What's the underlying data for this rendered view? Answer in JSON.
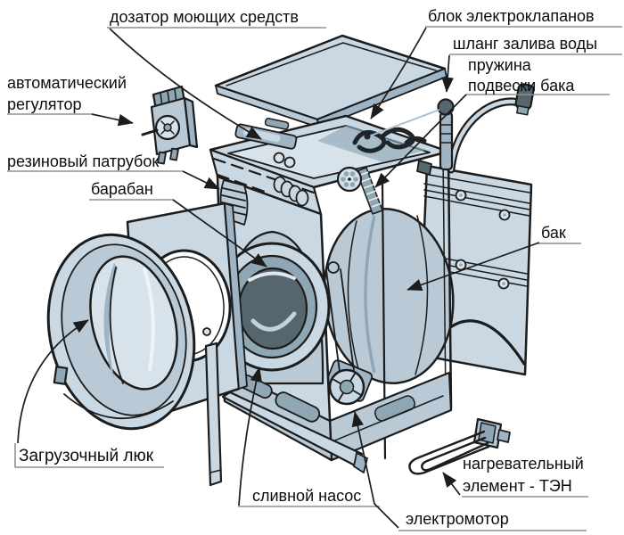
{
  "colors": {
    "body": "#c9d8e3",
    "body-light": "#d7e2ea",
    "body-mid": "#b9cad6",
    "body-dark": "#9fb5c5",
    "shade": "#8fa6b5",
    "interior": "#55666f",
    "deep": "#1f262b",
    "outline": "#1c1c1c",
    "underline": "#8f8f8f",
    "text": "#0d0d0d",
    "background": "#ffffff",
    "pale-line": "#aebfcf"
  },
  "labels": [
    {
      "id": "dispenser",
      "lines": [
        "дозатор моющих средств"
      ]
    },
    {
      "id": "valve-block",
      "lines": [
        "блок электроклапанов"
      ]
    },
    {
      "id": "inlet-hose",
      "lines": [
        "шланг залива воды"
      ]
    },
    {
      "id": "suspension-spring",
      "lines": [
        "пружина",
        "подвески бака"
      ]
    },
    {
      "id": "auto-regulator",
      "lines": [
        "автоматический",
        "регулятор"
      ]
    },
    {
      "id": "rubber-pipe",
      "lines": [
        "резиновый патрубок"
      ]
    },
    {
      "id": "drum",
      "lines": [
        "барабан"
      ]
    },
    {
      "id": "tub",
      "lines": [
        "бак"
      ]
    },
    {
      "id": "loading-door",
      "lines": [
        "Загрузочный люк"
      ]
    },
    {
      "id": "drain-pump",
      "lines": [
        "сливной насос"
      ]
    },
    {
      "id": "heating-element",
      "lines": [
        "нагревательный",
        "элемент - ТЭН"
      ]
    },
    {
      "id": "electric-motor",
      "lines": [
        "электромотор"
      ]
    }
  ]
}
